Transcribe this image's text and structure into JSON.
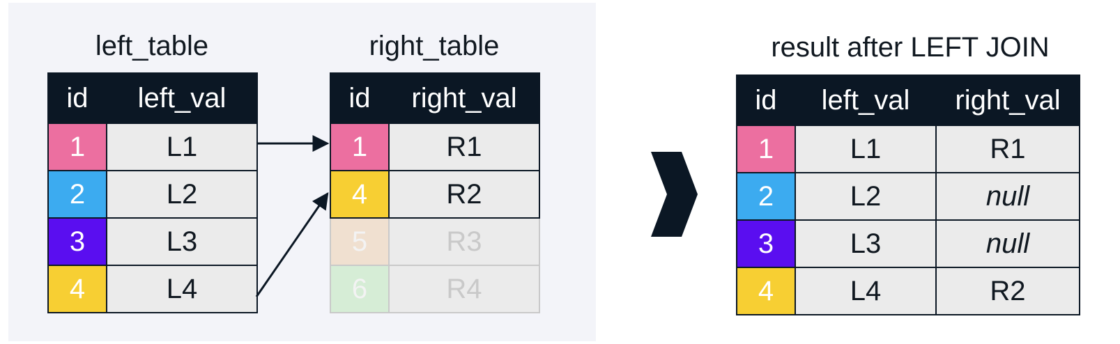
{
  "left_table": {
    "title": "left_table",
    "headers": [
      "id",
      "left_val"
    ],
    "rows": [
      {
        "id": "1",
        "val": "L1",
        "color": "#ec6fa0"
      },
      {
        "id": "2",
        "val": "L2",
        "color": "#3cabf0"
      },
      {
        "id": "3",
        "val": "L3",
        "color": "#5a0ef0"
      },
      {
        "id": "4",
        "val": "L4",
        "color": "#f7cf33"
      }
    ]
  },
  "right_table": {
    "title": "right_table",
    "headers": [
      "id",
      "right_val"
    ],
    "rows": [
      {
        "id": "1",
        "val": "R1",
        "color": "#ec6fa0",
        "matched": true
      },
      {
        "id": "4",
        "val": "R2",
        "color": "#f7cf33",
        "matched": true
      },
      {
        "id": "5",
        "val": "R3",
        "color": "#f0e0d0",
        "matched": false
      },
      {
        "id": "6",
        "val": "R4",
        "color": "#d6edd6",
        "matched": false
      }
    ]
  },
  "result_table": {
    "title": "result after LEFT JOIN",
    "headers": [
      "id",
      "left_val",
      "right_val"
    ],
    "rows": [
      {
        "id": "1",
        "left": "L1",
        "right": "R1",
        "color": "#ec6fa0",
        "right_null": false
      },
      {
        "id": "2",
        "left": "L2",
        "right": "null",
        "color": "#3cabf0",
        "right_null": true
      },
      {
        "id": "3",
        "left": "L3",
        "right": "null",
        "color": "#5a0ef0",
        "right_null": true
      },
      {
        "id": "4",
        "left": "L4",
        "right": "R2",
        "color": "#f7cf33",
        "right_null": false
      }
    ]
  },
  "colors": {
    "header_bg": "#0b1724",
    "cell_bg": "#ebebeb",
    "panel_bg": "#f3f4f9"
  },
  "icons": {
    "join_arrow": "chevron-right-icon"
  }
}
